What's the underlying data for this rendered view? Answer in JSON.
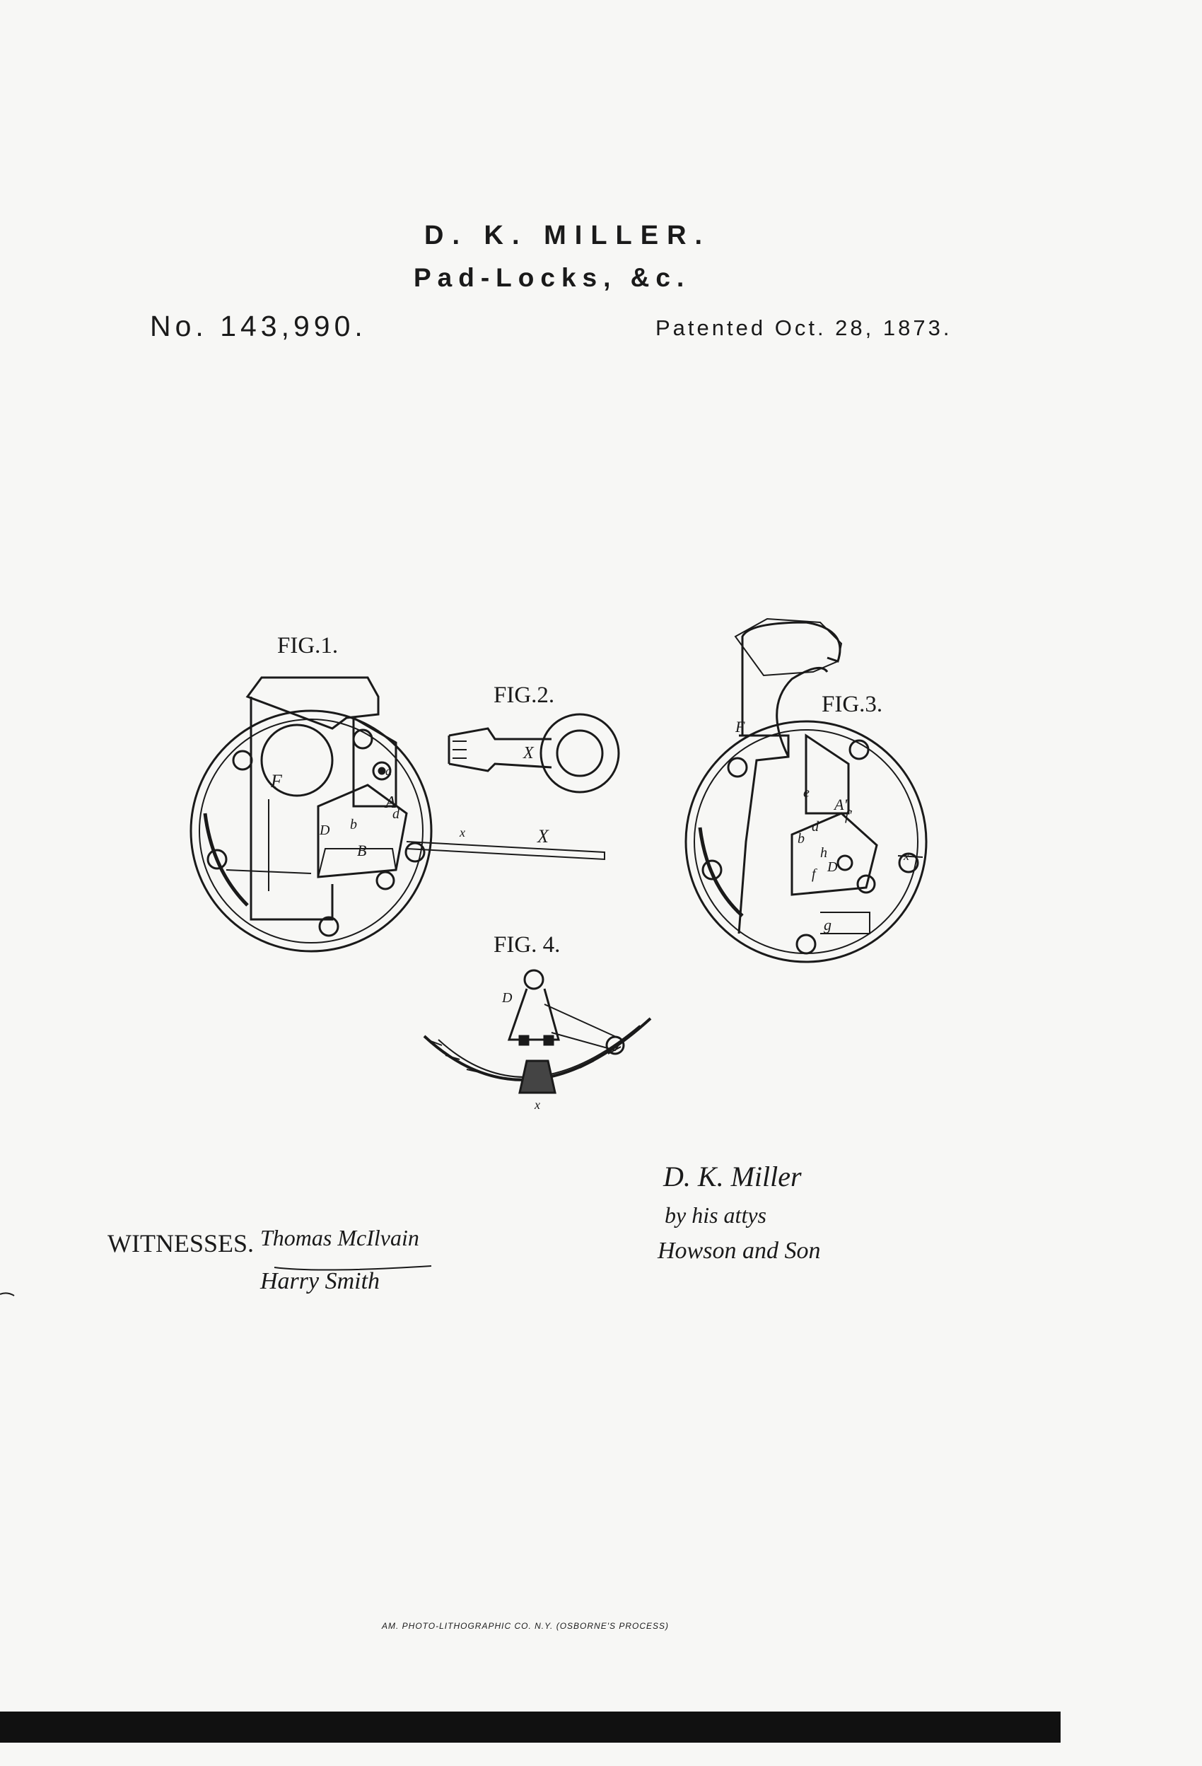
{
  "header": {
    "inventor": "D. K. MILLER.",
    "subject": "Pad-Locks, &c.",
    "patent_number": "No. 143,990.",
    "patent_date": "Patented Oct. 28, 1873."
  },
  "figures": {
    "fig1": "FIG.1.",
    "fig2": "FIG.2.",
    "fig3": "FIG.3.",
    "fig4": "FIG. 4."
  },
  "reference_letters": {
    "F": "F",
    "A": "A",
    "B": "B",
    "D": "D",
    "X": "X",
    "a": "a",
    "b": "b",
    "d": "d",
    "e": "e",
    "f": "f",
    "g": "g",
    "h": "h",
    "x": "x",
    "A_prime": "A'",
    "f_prime": "f'"
  },
  "footer": {
    "witnesses_label": "WITNESSES.",
    "witness_1": "Thomas McIlvain",
    "witness_2": "Harry Smith",
    "inventor_signature": "D. K. Miller",
    "by_line": "by his attys",
    "attorneys": "Howson and Son",
    "printer": "AM. PHOTO-LITHOGRAPHIC CO. N.Y. (OSBORNE'S PROCESS)"
  }
}
